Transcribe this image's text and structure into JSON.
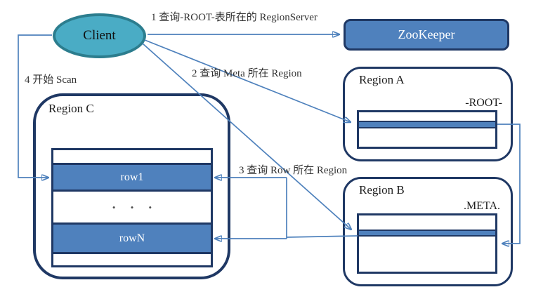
{
  "diagram": {
    "description_labels": {
      "step1": "1  查询-ROOT-表所在的 RegionServer",
      "step2": "2  查询 Meta 所在 Region",
      "step3": "3  查询 Row 所在 Region",
      "step4": "4  开始 Scan"
    },
    "nodes": {
      "client": {
        "label": "Client"
      },
      "zookeeper": {
        "label": "ZooKeeper"
      },
      "region_a": {
        "title": "Region A",
        "table_label": "-ROOT-"
      },
      "region_b": {
        "title": "Region B",
        "table_label": ".META."
      },
      "region_c": {
        "title": "Region C",
        "rows": [
          "row1",
          "rowN"
        ],
        "ellipsis": "• • •"
      }
    },
    "colors": {
      "accent_blue_fill": "#4F81BD",
      "navy_border": "#1F3864",
      "teal_fill": "#4AACC5",
      "teal_border": "#2C7D8E",
      "arrow_blue": "#4E81BC",
      "label_text": "#333333",
      "row_text": "#FFFFFF",
      "background": "#FFFFFF"
    }
  }
}
